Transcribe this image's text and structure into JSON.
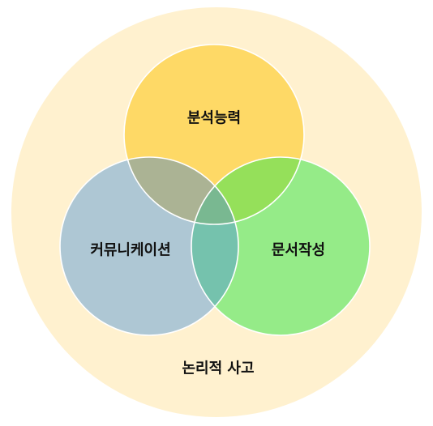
{
  "diagram": {
    "outer": {
      "label": "논리적 사고",
      "color": "#fff1cf"
    },
    "circles": {
      "analysis": {
        "label": "분석능력",
        "color": "#fed966"
      },
      "communication": {
        "label": "커뮤니케이션",
        "color": "#aec7d4"
      },
      "writing": {
        "label": "문서작성",
        "color": "#95eb88"
      }
    },
    "overlaps": {
      "analysis_communication": "#abb394",
      "analysis_writing": "#95e05a",
      "communication_writing": "#75c2ad",
      "center": "#79b891"
    }
  }
}
